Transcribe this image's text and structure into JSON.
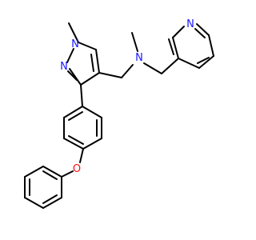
{
  "molecule": {
    "atoms": [
      {
        "id": "N_methyl_pyrazole",
        "text": "N",
        "color": "#1a1aff"
      },
      {
        "id": "N_pyrazole_2",
        "text": "N",
        "color": "#1a1aff"
      },
      {
        "id": "N_amine",
        "text": "N",
        "color": "#1a1aff"
      },
      {
        "id": "N_pyridine",
        "text": "N",
        "color": "#1a1aff"
      },
      {
        "id": "O_ether",
        "text": "O",
        "color": "#ff0d0d"
      }
    ],
    "bond_color": "#000000"
  }
}
